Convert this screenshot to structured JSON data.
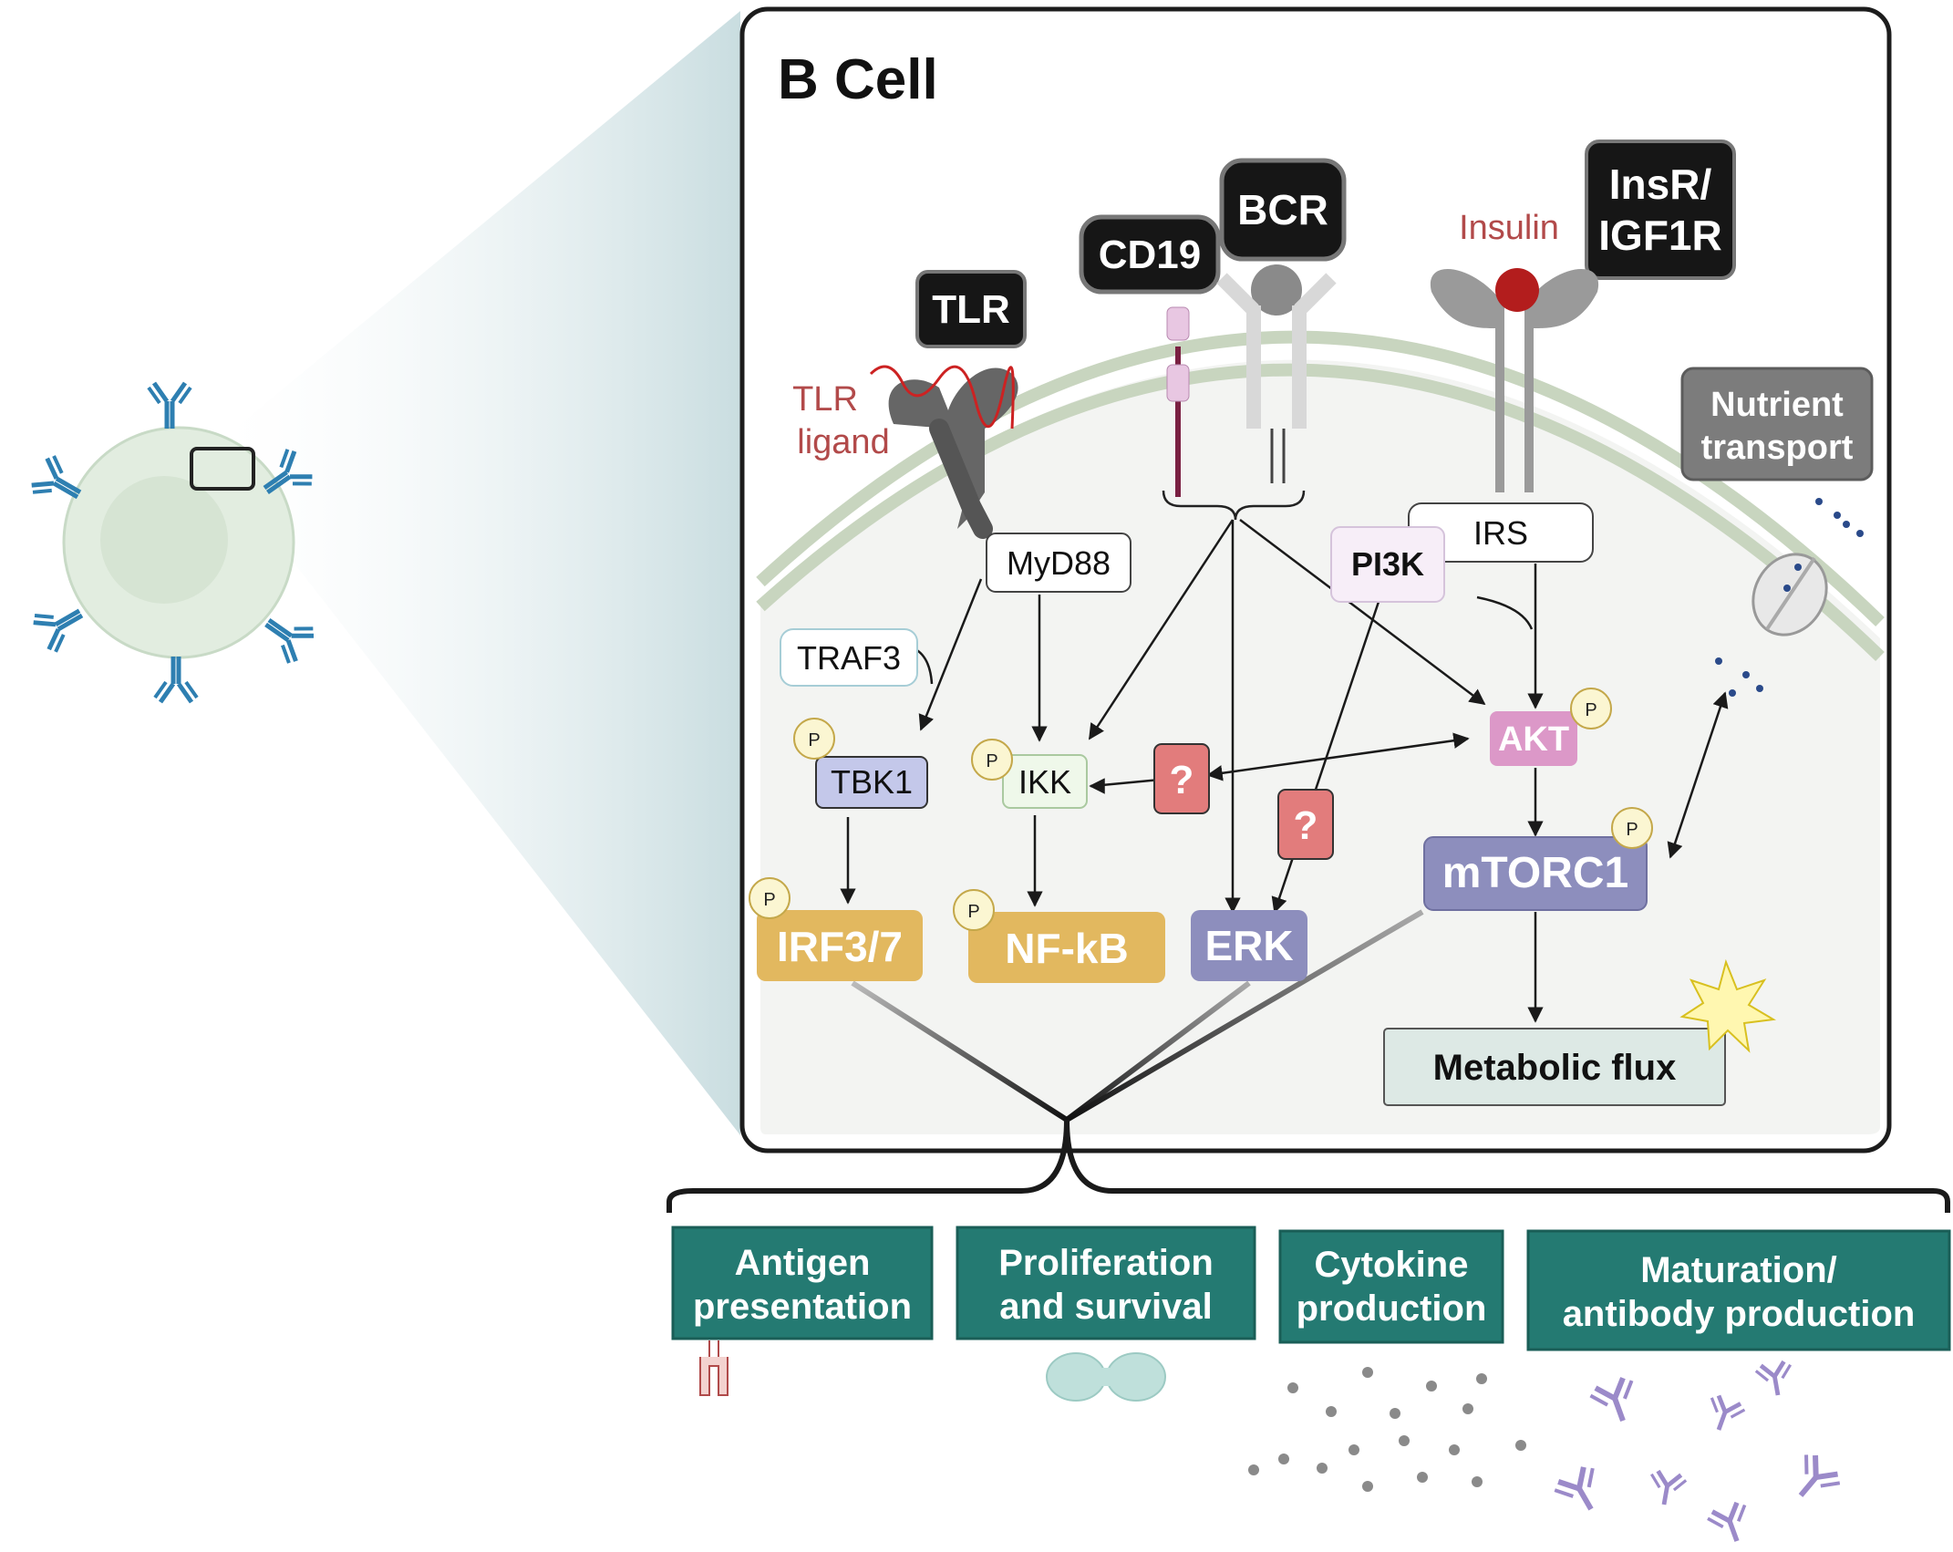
{
  "title": "B Cell",
  "receptors": {
    "tlr": "TLR",
    "cd19": "CD19",
    "bcr": "BCR",
    "insr": [
      "InsR/",
      "IGF1R"
    ],
    "nutrient": [
      "Nutrient",
      "transport"
    ]
  },
  "ligands": {
    "tlr_ligand": [
      "TLR",
      "ligand"
    ],
    "insulin": "Insulin"
  },
  "nodes": {
    "myd88": "MyD88",
    "traf3": "TRAF3",
    "tbk1": "TBK1",
    "ikk": "IKK",
    "irs": "IRS",
    "pi3k": "PI3K",
    "akt": "AKT",
    "mtorc1": "mTORC1",
    "irf37": "IRF3/7",
    "nfkb": "NF-kB",
    "erk": "ERK",
    "metabolic_flux": "Metabolic flux",
    "phospho": "P",
    "unknown": "?"
  },
  "outcomes": [
    [
      "Antigen",
      "presentation"
    ],
    [
      "Proliferation",
      "and survival"
    ],
    [
      "Cytokine",
      "production"
    ],
    [
      "Maturation/",
      "antibody production"
    ]
  ],
  "colors": {
    "panel_bg": "#f3f4f2",
    "membrane": "#c8d5bf",
    "receptor_label": "#161616",
    "irf_nfkb": "#e2b85f",
    "erk_mtor": "#8d8ebd",
    "akt": "#dc98c8",
    "tbk1": "#c4c8ea",
    "question": "#e27c7c",
    "outcome": "#247a72",
    "ligand_text": "#b24a4a",
    "antibody_blue": "#2e7fb1",
    "antibody_purple": "#9b8ac9"
  }
}
